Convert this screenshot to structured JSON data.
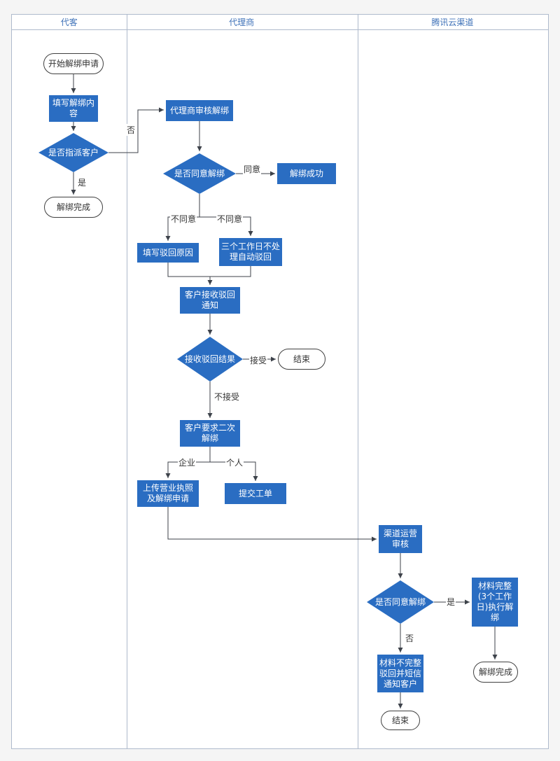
{
  "colors": {
    "page_bg": "#f5f5f5",
    "node_blue": "#2a6dc2",
    "lane_border": "#aebacc",
    "lane_header_text": "#3f72b8",
    "connector": "#3d424a",
    "terminal_border": "#404040",
    "terminal_text": "#333333",
    "edge_label_text": "#333333"
  },
  "lanes": [
    {
      "label": "代客"
    },
    {
      "label": "代理商"
    },
    {
      "label": "腾讯云渠道"
    }
  ],
  "nodes": {
    "start": "开始解绑申请",
    "fill_unbind_content": "填写解绑内容",
    "assign_customer_decision": "是否指派客户",
    "unbind_complete_left": "解绑完成",
    "agent_review": "代理商审核解绑",
    "agent_agree_decision": "是否同意解绑",
    "unbind_success": "解绑成功",
    "fill_reject_reason": "填写驳回原因",
    "auto_reject": "三个工作日不处理自动驳回",
    "customer_receive_notice": "客户接收驳回通知",
    "receive_result_decision": "接收驳回结果",
    "end_accept": "结束",
    "second_unbind_request": "客户要求二次解绑",
    "upload_license": "上传营业执照及解绑申请",
    "submit_ticket": "提交工单",
    "channel_review": "渠道运营审核",
    "channel_agree_decision": "是否同意解绑",
    "material_complete": "材料完整(3个工作日)执行解绑",
    "unbind_complete_right": "解绑完成",
    "material_incomplete": "材料不完整驳回并短信通知客户",
    "end_right": "结束"
  },
  "edge_labels": {
    "no_assign": "否",
    "yes_assign": "是",
    "agree": "同意",
    "disagree_left": "不同意",
    "disagree_right": "不同意",
    "accept": "接受",
    "not_accept": "不接受",
    "enterprise": "企业",
    "personal": "个人",
    "yes_material": "是",
    "no_material": "否"
  }
}
